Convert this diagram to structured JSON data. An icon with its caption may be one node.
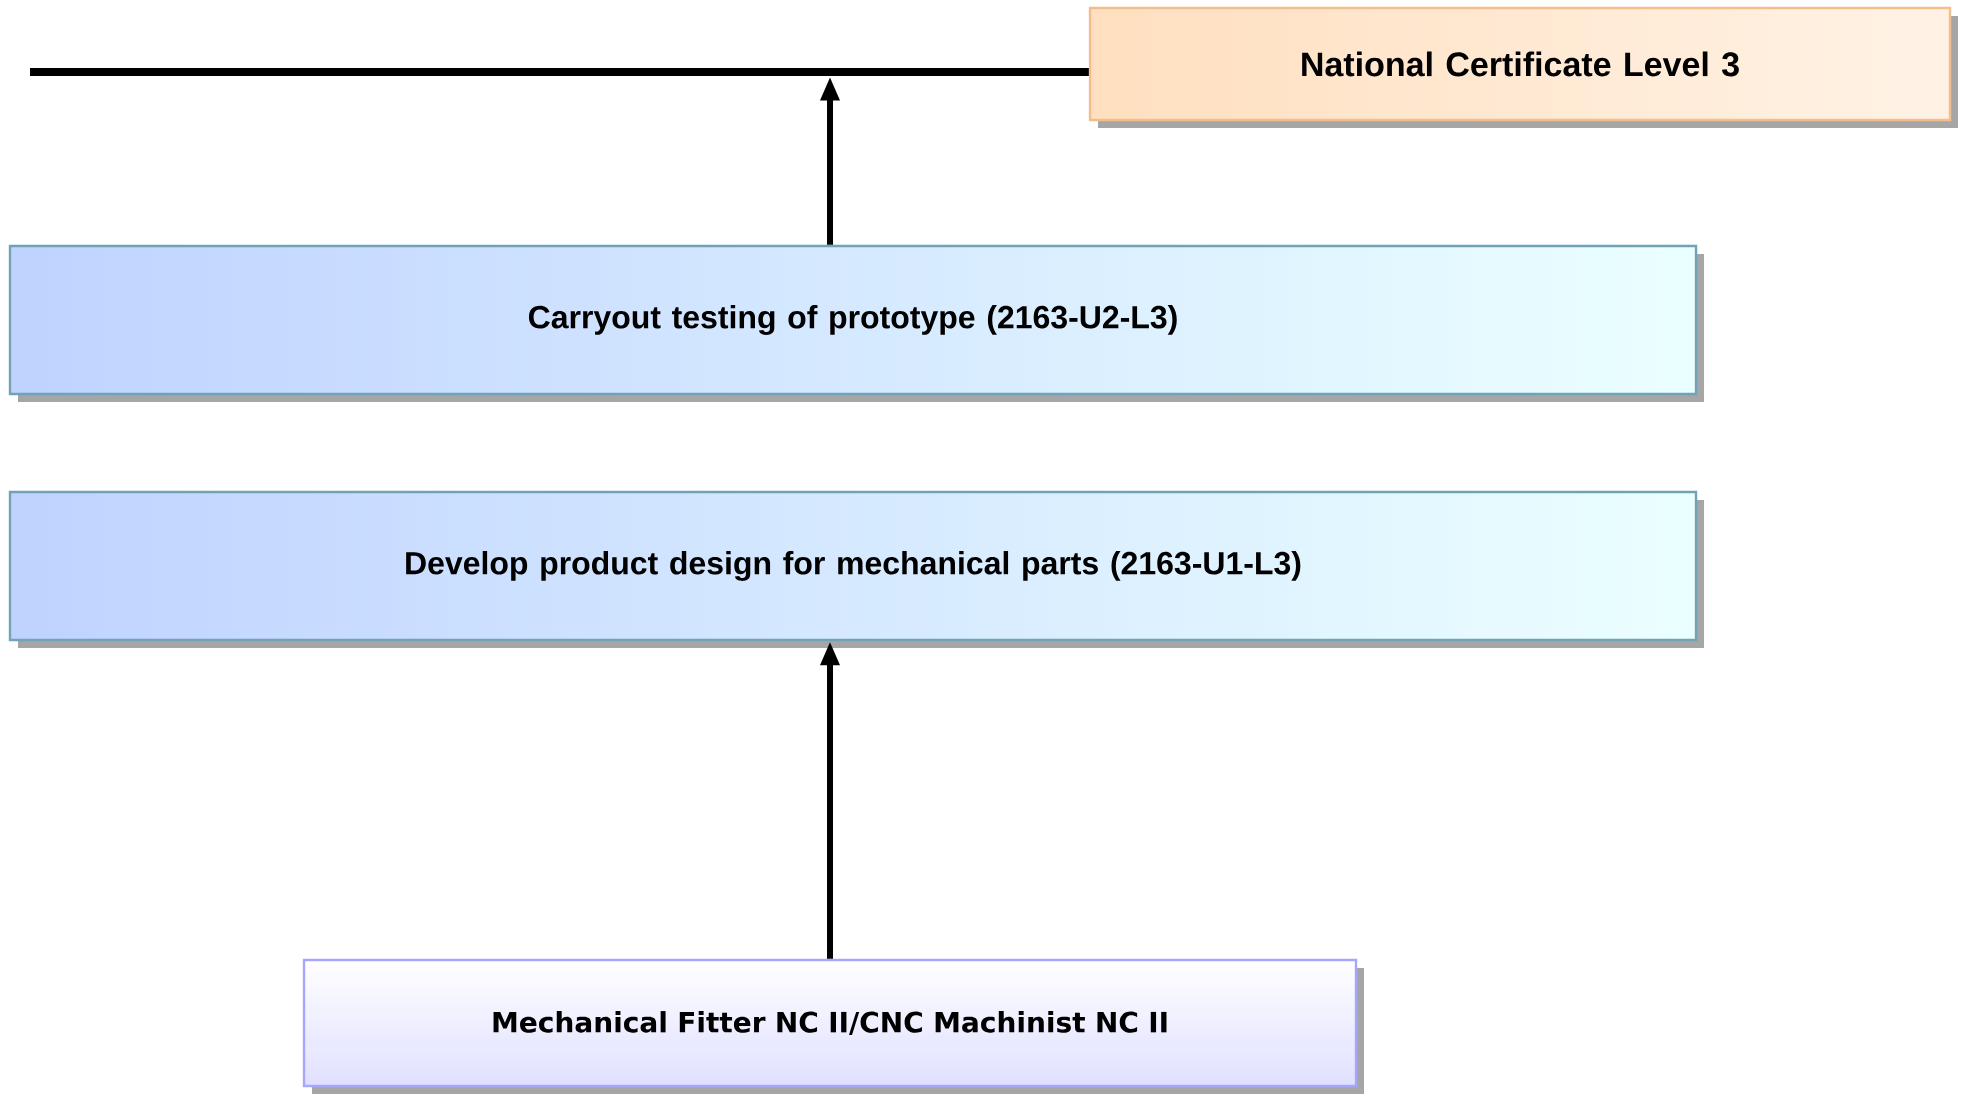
{
  "diagram": {
    "nodes": [
      {
        "text": [],
        "shape": "bar"
      },
      {
        "text": [
          "National Certificate Level 3"
        ]
      },
      {
        "text": [
          "Carryout testing of prototype (2163-U2-L3)"
        ]
      },
      {
        "text": [
          "Develop product design for mechanical parts (2163-U1-L3)"
        ]
      },
      {
        "text": [
          "Mechanical Fitter NC II/CNC Machinist NC II"
        ]
      }
    ],
    "edges": [
      {
        "from": 2,
        "to": 0,
        "arrow": "to"
      },
      {
        "from": 4,
        "to": 3,
        "arrow": "to"
      }
    ]
  }
}
